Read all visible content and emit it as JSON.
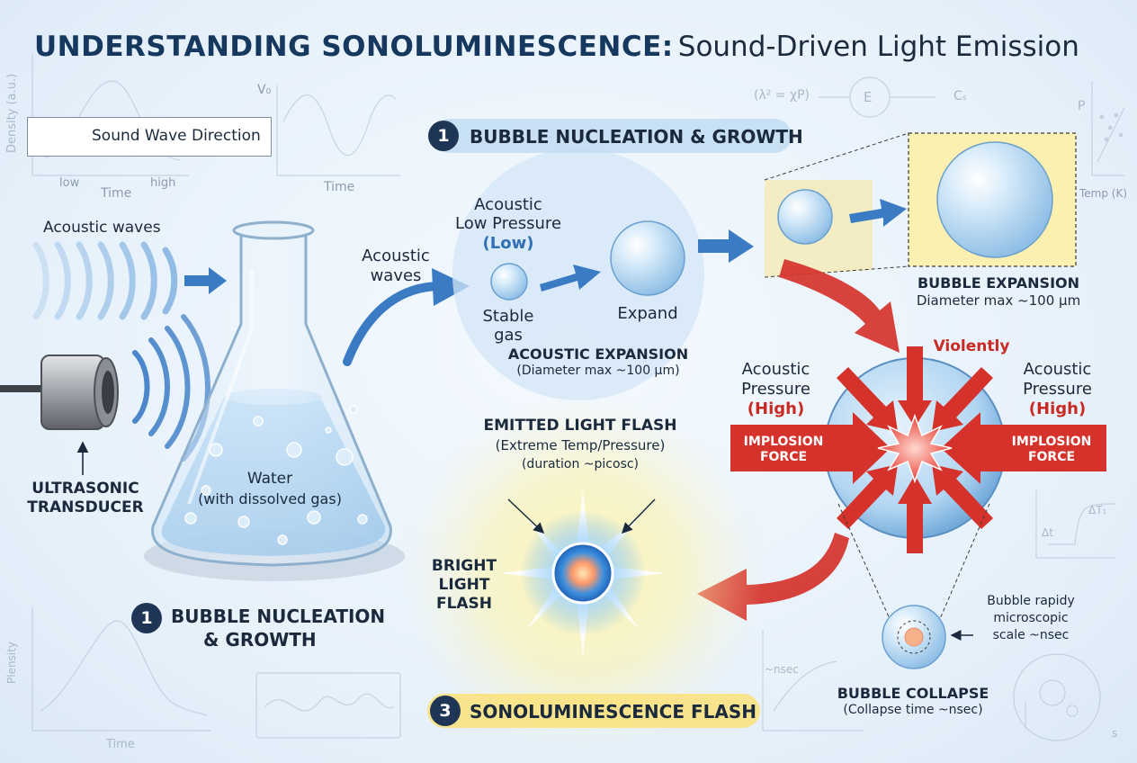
{
  "title": {
    "main": "UNDERSTANDING SONOLUMINESCENCE:",
    "subtitle": "Sound-Driven Light Emission"
  },
  "legend": {
    "label": "Sound Wave Direction"
  },
  "background_graphs": {
    "density_axis": "Density (a.u.)",
    "low": "low",
    "high": "high",
    "time1": "Time",
    "vd_axis": "V₀",
    "time2": "Time",
    "formula": "(λ² = χP)",
    "e_node": "E",
    "cs_node": "Cₛ",
    "p_axis": "P",
    "temp_axis": "Temp (K)",
    "plensity_axis": "Plensity",
    "time3": "Time",
    "nsec_axis": "~nsec",
    "delta_t1": "ΔT₁",
    "delta_t2": "Δt",
    "s_axis": "s"
  },
  "left": {
    "acoustic_waves": "Acoustic waves",
    "transducer_line1": "ULTRASONIC",
    "transducer_line2": "TRANSDUCER",
    "water": "Water",
    "water_sub": "(with dissolved gas)",
    "step_number": "1",
    "step_line1": "BUBBLE NUCLEATION",
    "step_line2": "& GROWTH"
  },
  "top": {
    "step_number": "1",
    "step_label": "BUBBLE NUCLEATION & GROWTH",
    "acoustic_waves_line1": "Acoustic",
    "acoustic_waves_line2": "waves",
    "low_pressure_line1": "Acoustic",
    "low_pressure_line2": "Low Pressure",
    "low_tag": "(Low)",
    "stable_line1": "Stable",
    "stable_line2": "gas",
    "expand": "Expand",
    "expansion_title": "ACOUSTIC EXPANSION",
    "expansion_sub": "(Diameter max ~100 µm)"
  },
  "right": {
    "expansion_title": "BUBBLE EXPANSION",
    "expansion_sub": "Diameter max ~100 µm",
    "violently": "Violently",
    "left_pressure_line1": "Acoustic",
    "left_pressure_line2": "Pressure",
    "left_high": "(High)",
    "right_pressure_line1": "Acoustic",
    "right_pressure_line2": "Pressure",
    "right_high": "(High)",
    "implosion_left_line1": "IMPLOSION",
    "implosion_left_line2": "FORCE",
    "implosion_right_line1": "IMPLOSION",
    "implosion_right_line2": "FORCE",
    "rapid_line1": "Bubble rapidy",
    "rapid_line2": "microscopic",
    "rapid_line3": "scale ~nsec",
    "collapse_title": "BUBBLE COLLAPSE",
    "collapse_sub": "(Collapse time ~nsec)"
  },
  "center": {
    "emitted_title": "EMITTED LIGHT FLASH",
    "emitted_sub1": "(Extreme Temp/Pressure)",
    "emitted_sub2": "(duration ~picosc)",
    "bright_line1": "BRIGHT",
    "bright_line2": "LIGHT",
    "bright_line3": "FLASH",
    "step_number": "3",
    "step_label": "SONOLUMINESCENCE FLASH"
  },
  "colors": {
    "navy": "#1f3556",
    "arrow_blue": "#3a7bc4",
    "arrow_red": "#d5322b",
    "pale_yellow": "#fbf0b0",
    "bubble_blue": "#bcdcf4"
  }
}
